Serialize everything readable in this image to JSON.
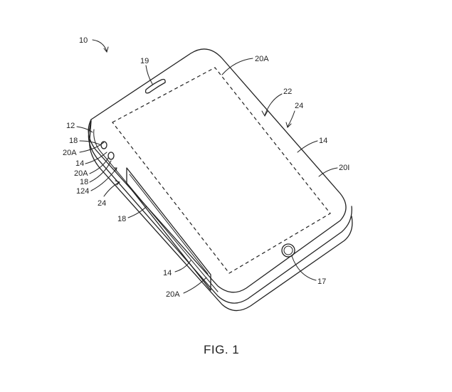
{
  "caption": "FIG. 1",
  "labels": {
    "device": "10",
    "speaker": "19",
    "display_region_top": "20A",
    "display": "22",
    "housing_right": "24",
    "housing_edge_right": "14",
    "inactive_region": "20I",
    "button": "17",
    "housing_top": "12",
    "side_18_a": "18",
    "side_20A_a": "20A",
    "side_14": "14",
    "side_20A_b": "20A",
    "side_18_b": "18",
    "side_124": "124",
    "side_24": "24",
    "side_18_c": "18",
    "side_14_bottom": "14",
    "side_20A_bottom": "20A"
  }
}
